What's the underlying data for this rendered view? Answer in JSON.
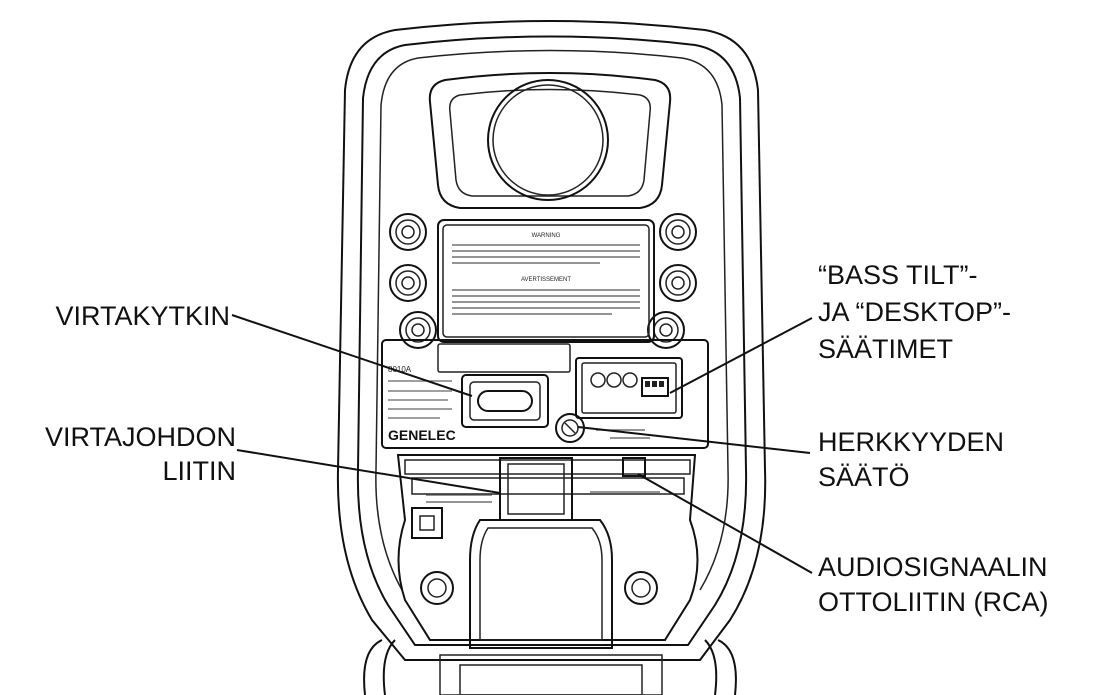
{
  "labels": {
    "power_switch": "VIRTAKYTKIN",
    "power_connector_line1": "VIRTAJOHDON",
    "power_connector_line2": "LIITIN",
    "bass_tilt_line1": "“BASS TILT”-",
    "bass_tilt_line2": "JA “DESKTOP”-",
    "bass_tilt_line3": "SÄÄTIMET",
    "sensitivity_line1": "HERKKYYDEN",
    "sensitivity_line2": "SÄÄTÖ",
    "audio_input_line1": "AUDIOSIGNAALIN",
    "audio_input_line2": "OTTOLIITIN (RCA)"
  },
  "speaker": {
    "brand": "GENELEC",
    "model": "8010A",
    "warning_title": "WARNING",
    "warning_title_fr": "AVERTISSEMENT"
  },
  "colors": {
    "line": "#111111",
    "background": "#ffffff"
  }
}
